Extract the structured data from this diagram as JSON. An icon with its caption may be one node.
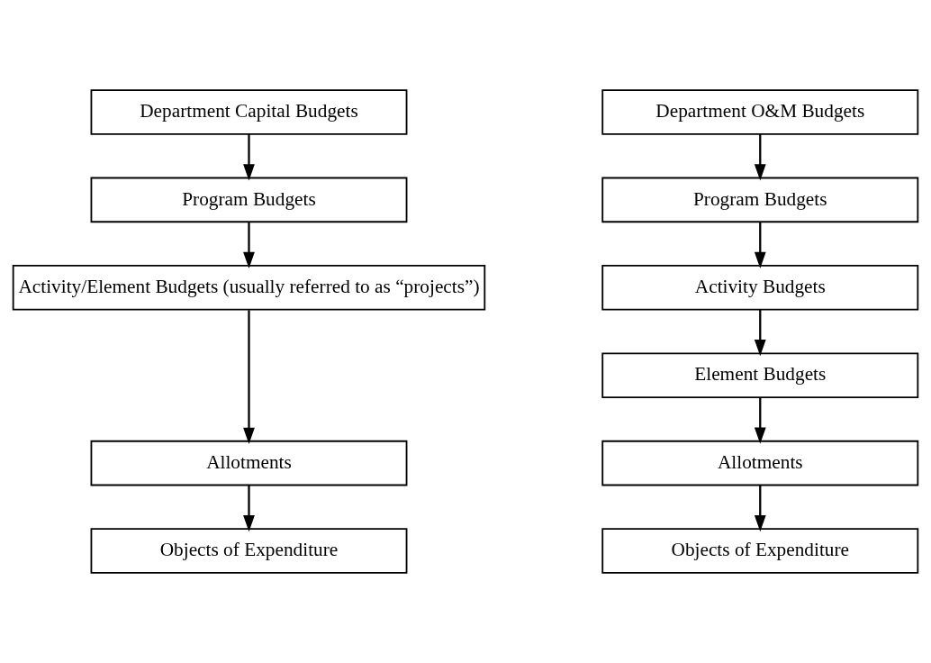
{
  "diagram": {
    "nodes": [
      {
        "text": [
          "Department Capital Budgets"
        ]
      },
      {
        "text": [
          "Program Budgets"
        ]
      },
      {
        "text": [
          "Activity/Element Budgets (usually referred to as “projects”)"
        ]
      },
      {
        "text": [
          "Allotments"
        ]
      },
      {
        "text": [
          "Objects of Expenditure"
        ]
      },
      {
        "text": [
          "Department O&M Budgets"
        ]
      },
      {
        "text": [
          "Program Budgets"
        ]
      },
      {
        "text": [
          "Activity Budgets"
        ]
      },
      {
        "text": [
          "Element Budgets"
        ]
      },
      {
        "text": [
          "Allotments"
        ]
      },
      {
        "text": [
          "Objects of Expenditure"
        ]
      }
    ],
    "edges": [
      {
        "from": 0,
        "to": 1,
        "arrow": "to"
      },
      {
        "from": 1,
        "to": 2,
        "arrow": "to"
      },
      {
        "from": 2,
        "to": 3,
        "arrow": "to"
      },
      {
        "from": 3,
        "to": 4,
        "arrow": "to"
      },
      {
        "from": 5,
        "to": 6,
        "arrow": "to"
      },
      {
        "from": 6,
        "to": 7,
        "arrow": "to"
      },
      {
        "from": 7,
        "to": 8,
        "arrow": "to"
      },
      {
        "from": 8,
        "to": 9,
        "arrow": "to"
      },
      {
        "from": 9,
        "to": 10,
        "arrow": "to"
      }
    ]
  }
}
